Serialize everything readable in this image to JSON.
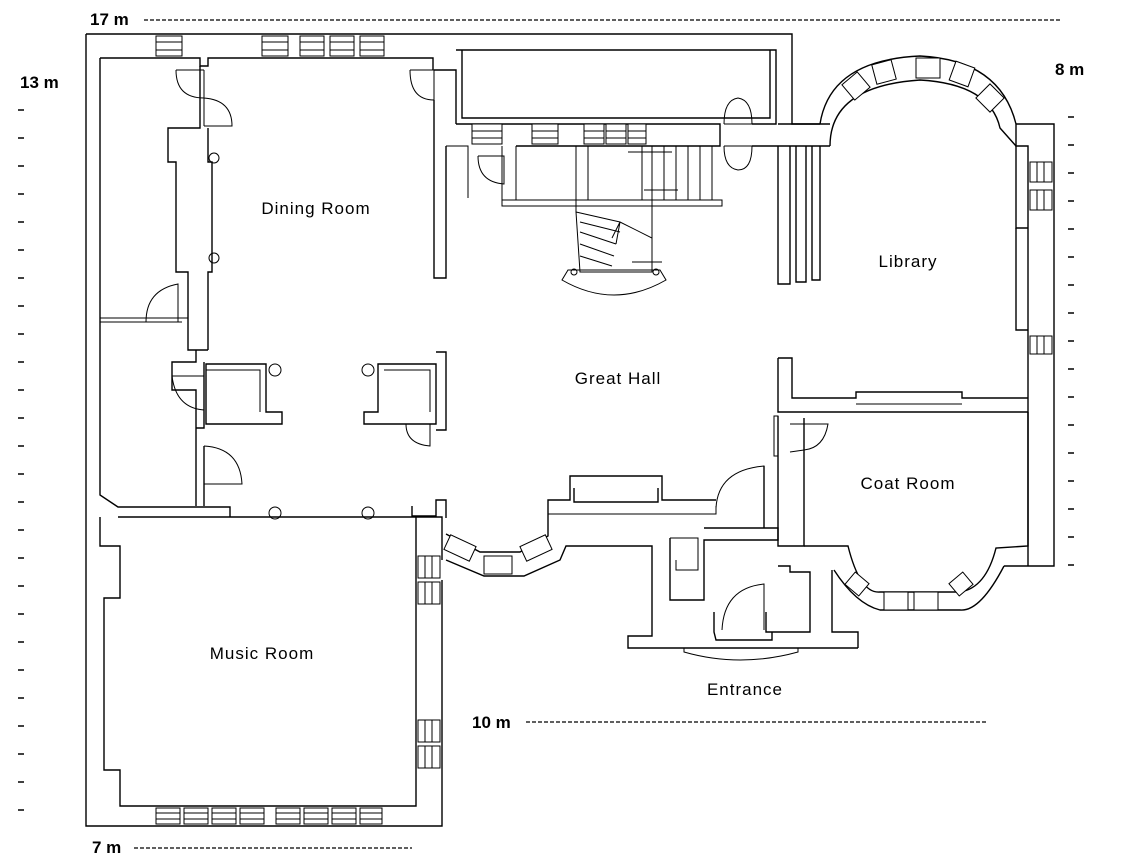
{
  "rooms": {
    "dining": "Dining Room",
    "great_hall": "Great Hall",
    "library": "Library",
    "coat": "Coat Room",
    "music": "Music Room",
    "entrance": "Entrance"
  },
  "dimensions": {
    "top": "17 m",
    "left": "13 m",
    "right": "8 m",
    "middle": "10 m",
    "bottom": "7 m"
  }
}
